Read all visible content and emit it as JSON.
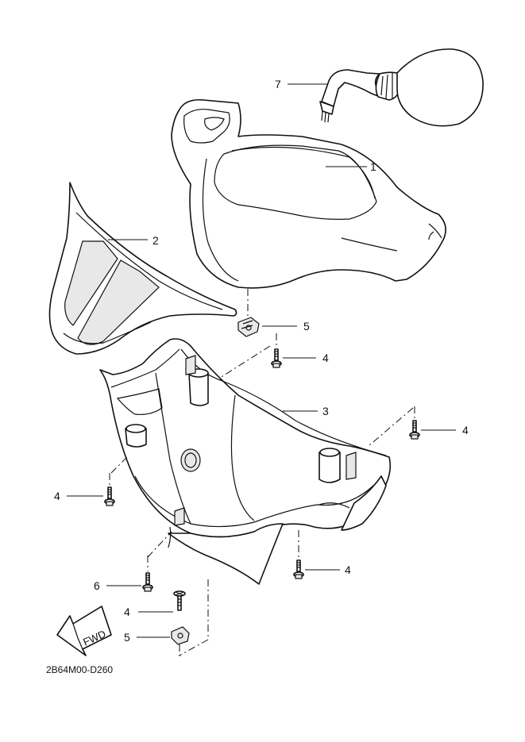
{
  "callouts": {
    "mirror": "7",
    "upper_handlebar_cover": "1",
    "front_panel": "2",
    "clip_nut_upper": "5",
    "screw_upper": "4",
    "lower_handlebar_cover": "3",
    "screw_right": "4",
    "screw_left": "4",
    "screw_lower_right": "4",
    "bolt": "6",
    "screw_lower": "4",
    "clip_nut_lower": "5"
  },
  "direction_label": "FWD",
  "diagram_code": "2B64M00-D260",
  "icons": {
    "mirror": "mirror-icon",
    "screw": "screw-icon",
    "clip_nut": "clip-nut-icon",
    "fwd_arrow": "fwd-arrow-icon"
  }
}
